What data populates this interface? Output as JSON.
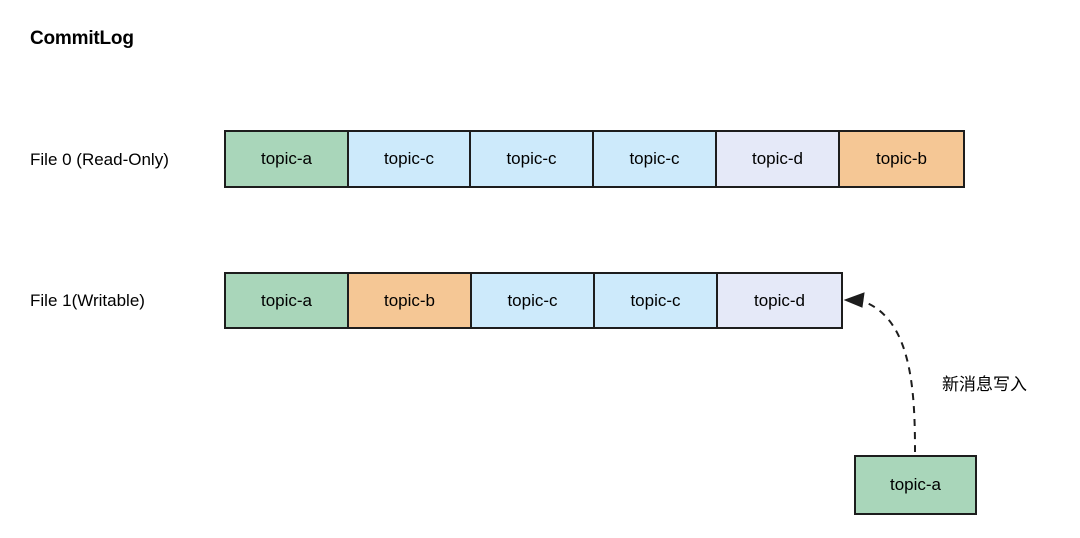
{
  "title": "CommitLog",
  "colors": {
    "green": "#a9d6ba",
    "blue": "#cdeafb",
    "lavender": "#e5e9f8",
    "orange": "#f5c795",
    "stroke": "#1d1d1d",
    "background": "#ffffff"
  },
  "rows": [
    {
      "label": "File 0 (Read-Only)",
      "segments": [
        {
          "text": "topic-a",
          "color": "#a9d6ba"
        },
        {
          "text": "topic-c",
          "color": "#cdeafb"
        },
        {
          "text": "topic-c",
          "color": "#cdeafb"
        },
        {
          "text": "topic-c",
          "color": "#cdeafb"
        },
        {
          "text": "topic-d",
          "color": "#e5e9f8"
        },
        {
          "text": "topic-b",
          "color": "#f5c795"
        }
      ]
    },
    {
      "label": "File 1(Writable)",
      "segments": [
        {
          "text": "topic-a",
          "color": "#a9d6ba"
        },
        {
          "text": "topic-b",
          "color": "#f5c795"
        },
        {
          "text": "topic-c",
          "color": "#cdeafb"
        },
        {
          "text": "topic-c",
          "color": "#cdeafb"
        },
        {
          "text": "topic-d",
          "color": "#e5e9f8"
        }
      ]
    }
  ],
  "incoming": {
    "box_text": "topic-a",
    "box_color": "#a9d6ba",
    "annotation": "新消息写入"
  }
}
